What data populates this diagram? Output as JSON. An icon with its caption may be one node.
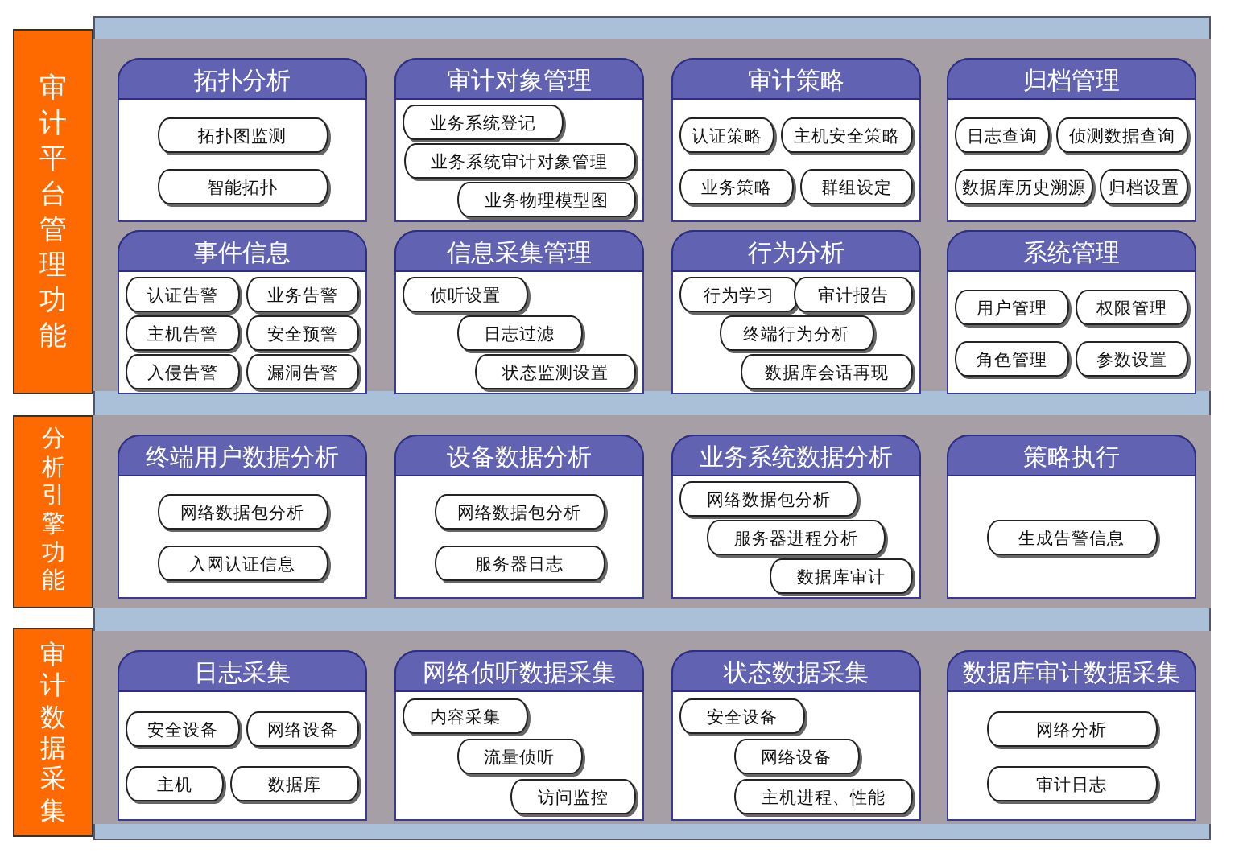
{
  "diagram": {
    "nodes": [
      {
        "text": [
          "审计平台管理功能"
        ]
      },
      {
        "text": [
          "拓扑分析"
        ],
        "in": 0
      },
      {
        "text": [
          "拓扑图监测"
        ],
        "in": 1
      },
      {
        "text": [
          "智能拓扑"
        ],
        "in": 1
      },
      {
        "text": [
          "审计对象管理"
        ],
        "in": 0
      },
      {
        "text": [
          "业务系统登记"
        ],
        "in": 4
      },
      {
        "text": [
          "业务系统审计对象管理"
        ],
        "in": 4
      },
      {
        "text": [
          "业务物理模型图"
        ],
        "in": 4
      },
      {
        "text": [
          "审计策略"
        ],
        "in": 0
      },
      {
        "text": [
          "认证策略"
        ],
        "in": 8
      },
      {
        "text": [
          "主机安全策略"
        ],
        "in": 8
      },
      {
        "text": [
          "业务策略"
        ],
        "in": 8
      },
      {
        "text": [
          "群组设定"
        ],
        "in": 8
      },
      {
        "text": [
          "归档管理"
        ],
        "in": 0
      },
      {
        "text": [
          "日志查询"
        ],
        "in": 13
      },
      {
        "text": [
          "侦测数据查询"
        ],
        "in": 13
      },
      {
        "text": [
          "数据库历史溯源"
        ],
        "in": 13
      },
      {
        "text": [
          "归档设置"
        ],
        "in": 13
      },
      {
        "text": [
          "事件信息"
        ],
        "in": 0
      },
      {
        "text": [
          "认证告警"
        ],
        "in": 18
      },
      {
        "text": [
          "业务告警"
        ],
        "in": 18
      },
      {
        "text": [
          "主机告警"
        ],
        "in": 18
      },
      {
        "text": [
          "安全预警"
        ],
        "in": 18
      },
      {
        "text": [
          "入侵告警"
        ],
        "in": 18
      },
      {
        "text": [
          "漏洞告警"
        ],
        "in": 18
      },
      {
        "text": [
          "信息采集管理"
        ],
        "in": 0
      },
      {
        "text": [
          "侦听设置"
        ],
        "in": 25
      },
      {
        "text": [
          "日志过滤"
        ],
        "in": 25
      },
      {
        "text": [
          "状态监测设置"
        ],
        "in": 25
      },
      {
        "text": [
          "行为分析"
        ],
        "in": 0
      },
      {
        "text": [
          "行为学习"
        ],
        "in": 29
      },
      {
        "text": [
          "审计报告"
        ],
        "in": 29
      },
      {
        "text": [
          "终端行为分析"
        ],
        "in": 29
      },
      {
        "text": [
          "数据库会话再现"
        ],
        "in": 29
      },
      {
        "text": [
          "系统管理"
        ],
        "in": 0
      },
      {
        "text": [
          "用户管理"
        ],
        "in": 34
      },
      {
        "text": [
          "权限管理"
        ],
        "in": 34
      },
      {
        "text": [
          "角色管理"
        ],
        "in": 34
      },
      {
        "text": [
          "参数设置"
        ],
        "in": 34
      },
      {
        "text": [
          "分析引擎功能"
        ]
      },
      {
        "text": [
          "终端用户数据分析"
        ],
        "in": 39
      },
      {
        "text": [
          "网络数据包分析"
        ],
        "in": 40
      },
      {
        "text": [
          "入网认证信息"
        ],
        "in": 40
      },
      {
        "text": [
          "设备数据分析"
        ],
        "in": 39
      },
      {
        "text": [
          "网络数据包分析"
        ],
        "in": 43
      },
      {
        "text": [
          "服务器日志"
        ],
        "in": 43
      },
      {
        "text": [
          "业务系统数据分析"
        ],
        "in": 39
      },
      {
        "text": [
          "网络数据包分析"
        ],
        "in": 46
      },
      {
        "text": [
          "服务器进程分析"
        ],
        "in": 46
      },
      {
        "text": [
          "数据库审计"
        ],
        "in": 46
      },
      {
        "text": [
          "策略执行"
        ],
        "in": 39
      },
      {
        "text": [
          "生成告警信息"
        ],
        "in": 50
      },
      {
        "text": [
          "审计数据采集"
        ]
      },
      {
        "text": [
          "日志采集"
        ],
        "in": 52
      },
      {
        "text": [
          "安全设备"
        ],
        "in": 53
      },
      {
        "text": [
          "网络设备"
        ],
        "in": 53
      },
      {
        "text": [
          "主机"
        ],
        "in": 53
      },
      {
        "text": [
          "数据库"
        ],
        "in": 53
      },
      {
        "text": [
          "网络侦听数据采集"
        ],
        "in": 52
      },
      {
        "text": [
          "内容采集"
        ],
        "in": 58
      },
      {
        "text": [
          "流量侦听"
        ],
        "in": 58
      },
      {
        "text": [
          "访问监控"
        ],
        "in": 58
      },
      {
        "text": [
          "状态数据采集"
        ],
        "in": 52
      },
      {
        "text": [
          "安全设备"
        ],
        "in": 62
      },
      {
        "text": [
          "网络设备"
        ],
        "in": 62
      },
      {
        "text": [
          "主机进程、性能"
        ],
        "in": 62
      },
      {
        "text": [
          "数据库审计数据采集"
        ],
        "in": 52
      },
      {
        "text": [
          "网络分析"
        ],
        "in": 66
      },
      {
        "text": [
          "审计日志"
        ],
        "in": 66
      }
    ]
  }
}
